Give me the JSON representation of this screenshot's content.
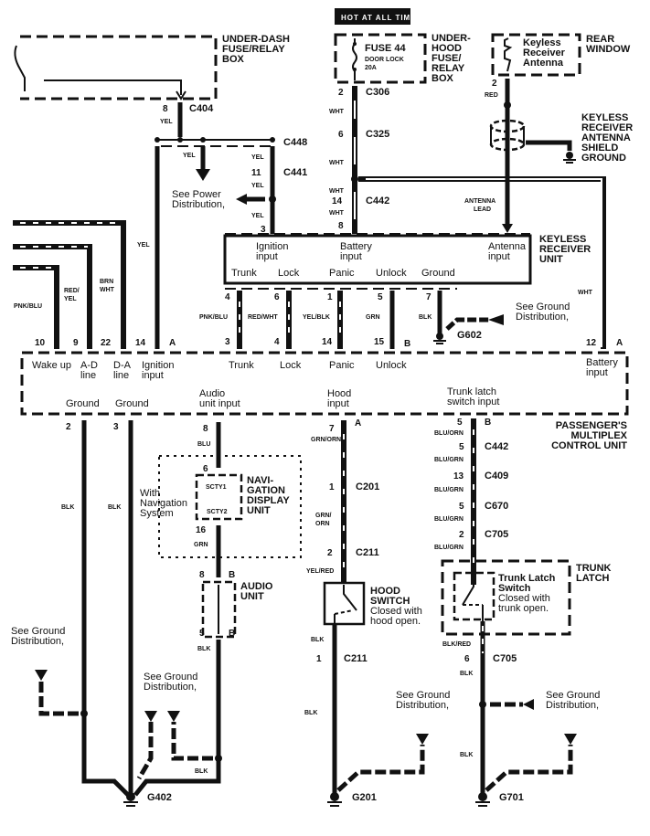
{
  "banner": "HOT AT ALL TIMES",
  "components": {
    "under_dash": [
      "UNDER-DASH",
      "FUSE/RELAY",
      "BOX"
    ],
    "under_hood": [
      "UNDER-",
      "HOOD",
      "FUSE/",
      "RELAY",
      "BOX"
    ],
    "fuse": {
      "name": "FUSE 44",
      "desc": "DOOR LOCK",
      "rating": "20A"
    },
    "rear_window": [
      "REAR",
      "WINDOW"
    ],
    "antenna": [
      "Keyless",
      "Receiver",
      "Antenna"
    ],
    "shield": [
      "KEYLESS",
      "RECEIVER",
      "ANTENNA",
      "SHIELD",
      "GROUND"
    ],
    "receiver_unit": [
      "KEYLESS",
      "RECEIVER",
      "UNIT"
    ],
    "receiver_inputs": {
      "ignition": [
        "Ignition",
        "input"
      ],
      "battery": [
        "Battery",
        "input"
      ],
      "antenna": [
        "Antenna",
        "input"
      ]
    },
    "receiver_outputs": [
      "Trunk",
      "Lock",
      "Panic",
      "Unlock",
      "Ground"
    ],
    "pmcu": [
      "PASSENGER'S",
      "MULTIPLEX",
      "CONTROL UNIT"
    ],
    "pmcu_top": [
      [
        "Wake up"
      ],
      [
        "A-D",
        "line"
      ],
      [
        "D-A",
        "line"
      ],
      [
        "Ignition",
        "input"
      ],
      [
        "Trunk"
      ],
      [
        "Lock"
      ],
      [
        "Panic"
      ],
      [
        "Unlock"
      ],
      [
        "Battery",
        "input"
      ]
    ],
    "pmcu_bottom": [
      [
        "Ground"
      ],
      [
        "Ground"
      ],
      [
        "Audio",
        "unit input"
      ],
      [
        "Hood",
        "input"
      ],
      [
        "Trunk latch",
        "switch input"
      ]
    ],
    "nav": [
      "NAVI-",
      "GATION",
      "DISPLAY",
      "UNIT"
    ],
    "nav_pins": [
      "SCTY1",
      "SCTY2"
    ],
    "with_nav": [
      "With",
      "Navigation",
      "System"
    ],
    "audio": [
      "AUDIO",
      "UNIT"
    ],
    "hood": [
      "HOOD",
      "SWITCH",
      "Closed with",
      "hood open."
    ],
    "trunk_latch": [
      "TRUNK",
      "LATCH"
    ],
    "trunk_switch": [
      "Trunk Latch",
      "Switch",
      "Closed with",
      "trunk open."
    ]
  },
  "notes": {
    "power": [
      "See Power",
      "Distribution,"
    ],
    "ground": [
      "See Ground",
      "Distribution,"
    ]
  },
  "connectors": {
    "c404": "C404",
    "c448": "C448",
    "c441": "C441",
    "c306": "C306",
    "c325": "C325",
    "c442a": "C442",
    "c442b": "C442",
    "c409": "C409",
    "c670": "C670",
    "c705a": "C705",
    "c705b": "C705",
    "c201": "C201",
    "c211a": "C211",
    "c211b": "C211"
  },
  "grounds": {
    "g602": "G602",
    "g402": "G402",
    "g201": "G201",
    "g701": "G701"
  },
  "wires": {
    "yel": "YEL",
    "wht": "WHT",
    "red": "RED",
    "antenna_lead": [
      "ANTENNA",
      "LEAD"
    ],
    "pnk_blu": "PNK/BLU",
    "red_yel": [
      "RED/",
      "YEL"
    ],
    "brn_wht": [
      "BRN",
      "WHT"
    ],
    "red_wht": "RED/WHT",
    "yel_blk": "YEL/BLK",
    "grn": "GRN",
    "blk": "BLK",
    "blu": "BLU",
    "grn_orn": "GRN/ORN",
    "grn_orn2": [
      "GRN/",
      "ORN"
    ],
    "yel_red": "YEL/RED",
    "blu_orn": "BLU/ORN",
    "blu_grn": "BLU/GRN",
    "blk_red": "BLK/RED"
  },
  "pins": {
    "p8": "8",
    "p11": "11",
    "p3": "3",
    "p2": "2",
    "p6": "6",
    "p14": "14",
    "p10": "10",
    "p9": "9",
    "p22": "22",
    "p4": "4",
    "p1": "1",
    "p5": "5",
    "p15": "15",
    "p7": "7",
    "p12": "12",
    "p16": "16",
    "p13": "13",
    "A": "A",
    "B": "B"
  }
}
